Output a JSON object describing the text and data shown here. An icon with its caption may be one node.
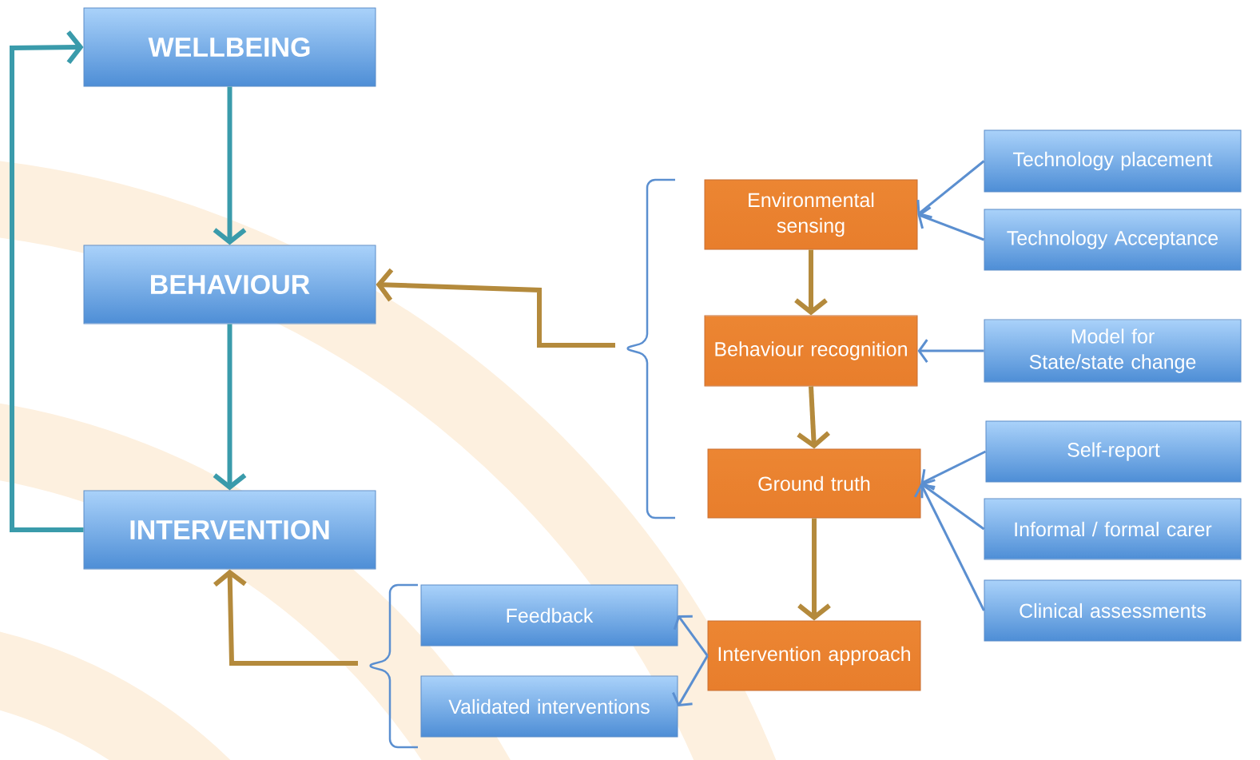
{
  "diagram": {
    "nodes": [
      {
        "text": [
          "WELLBEING"
        ]
      },
      {
        "text": [
          "BEHAVIOUR"
        ]
      },
      {
        "text": [
          "INTERVENTION"
        ]
      },
      {
        "text": [
          "Environmental sensing"
        ]
      },
      {
        "text": [
          "Behaviour recognition"
        ]
      },
      {
        "text": [
          "Ground truth"
        ]
      },
      {
        "text": [
          "Intervention approach"
        ]
      },
      {
        "text": [
          "Technology placement"
        ]
      },
      {
        "text": [
          "Technology Acceptance"
        ]
      },
      {
        "text": [
          "Model for State/state change"
        ]
      },
      {
        "text": [
          "Self-report"
        ]
      },
      {
        "text": [
          "Informal / formal carer"
        ]
      },
      {
        "text": [
          "Clinical assessments"
        ]
      },
      {
        "text": [
          "Feedback"
        ]
      },
      {
        "text": [
          "Validated interventions"
        ]
      }
    ],
    "edges": [
      {
        "from": 0,
        "to": 1,
        "arrow": "to",
        "style": "thick",
        "color": "#3a9bab"
      },
      {
        "from": 1,
        "to": 2,
        "arrow": "to",
        "style": "thick",
        "color": "#3a9bab"
      },
      {
        "from": 2,
        "to": 0,
        "arrow": "to",
        "style": "thick",
        "color": "#3a9bab"
      },
      {
        "from": 7,
        "to": 3,
        "arrow": "to"
      },
      {
        "from": 8,
        "to": 3,
        "arrow": "to"
      },
      {
        "from": 9,
        "to": 4,
        "arrow": "to"
      },
      {
        "from": 10,
        "to": 5,
        "arrow": "to"
      },
      {
        "from": 11,
        "to": 5,
        "arrow": "to"
      },
      {
        "from": 12,
        "to": 5,
        "arrow": "to"
      },
      {
        "from": 3,
        "to": 4,
        "arrow": "to",
        "style": "thick",
        "color": "#b48a3c"
      },
      {
        "from": 4,
        "to": 5,
        "arrow": "to",
        "style": "thick",
        "color": "#b48a3c"
      },
      {
        "from": 5,
        "to": 6,
        "arrow": "to",
        "style": "thick",
        "color": "#b48a3c"
      },
      {
        "from": 6,
        "to": 13,
        "arrow": "to"
      },
      {
        "from": 6,
        "to": 14,
        "arrow": "to"
      },
      {
        "from": null,
        "to": 1,
        "arrow": "to",
        "style": "thick",
        "color": "#b48a3c"
      },
      {
        "from": null,
        "to": 2,
        "arrow": "to",
        "style": "thick",
        "color": "#b48a3c"
      }
    ]
  }
}
